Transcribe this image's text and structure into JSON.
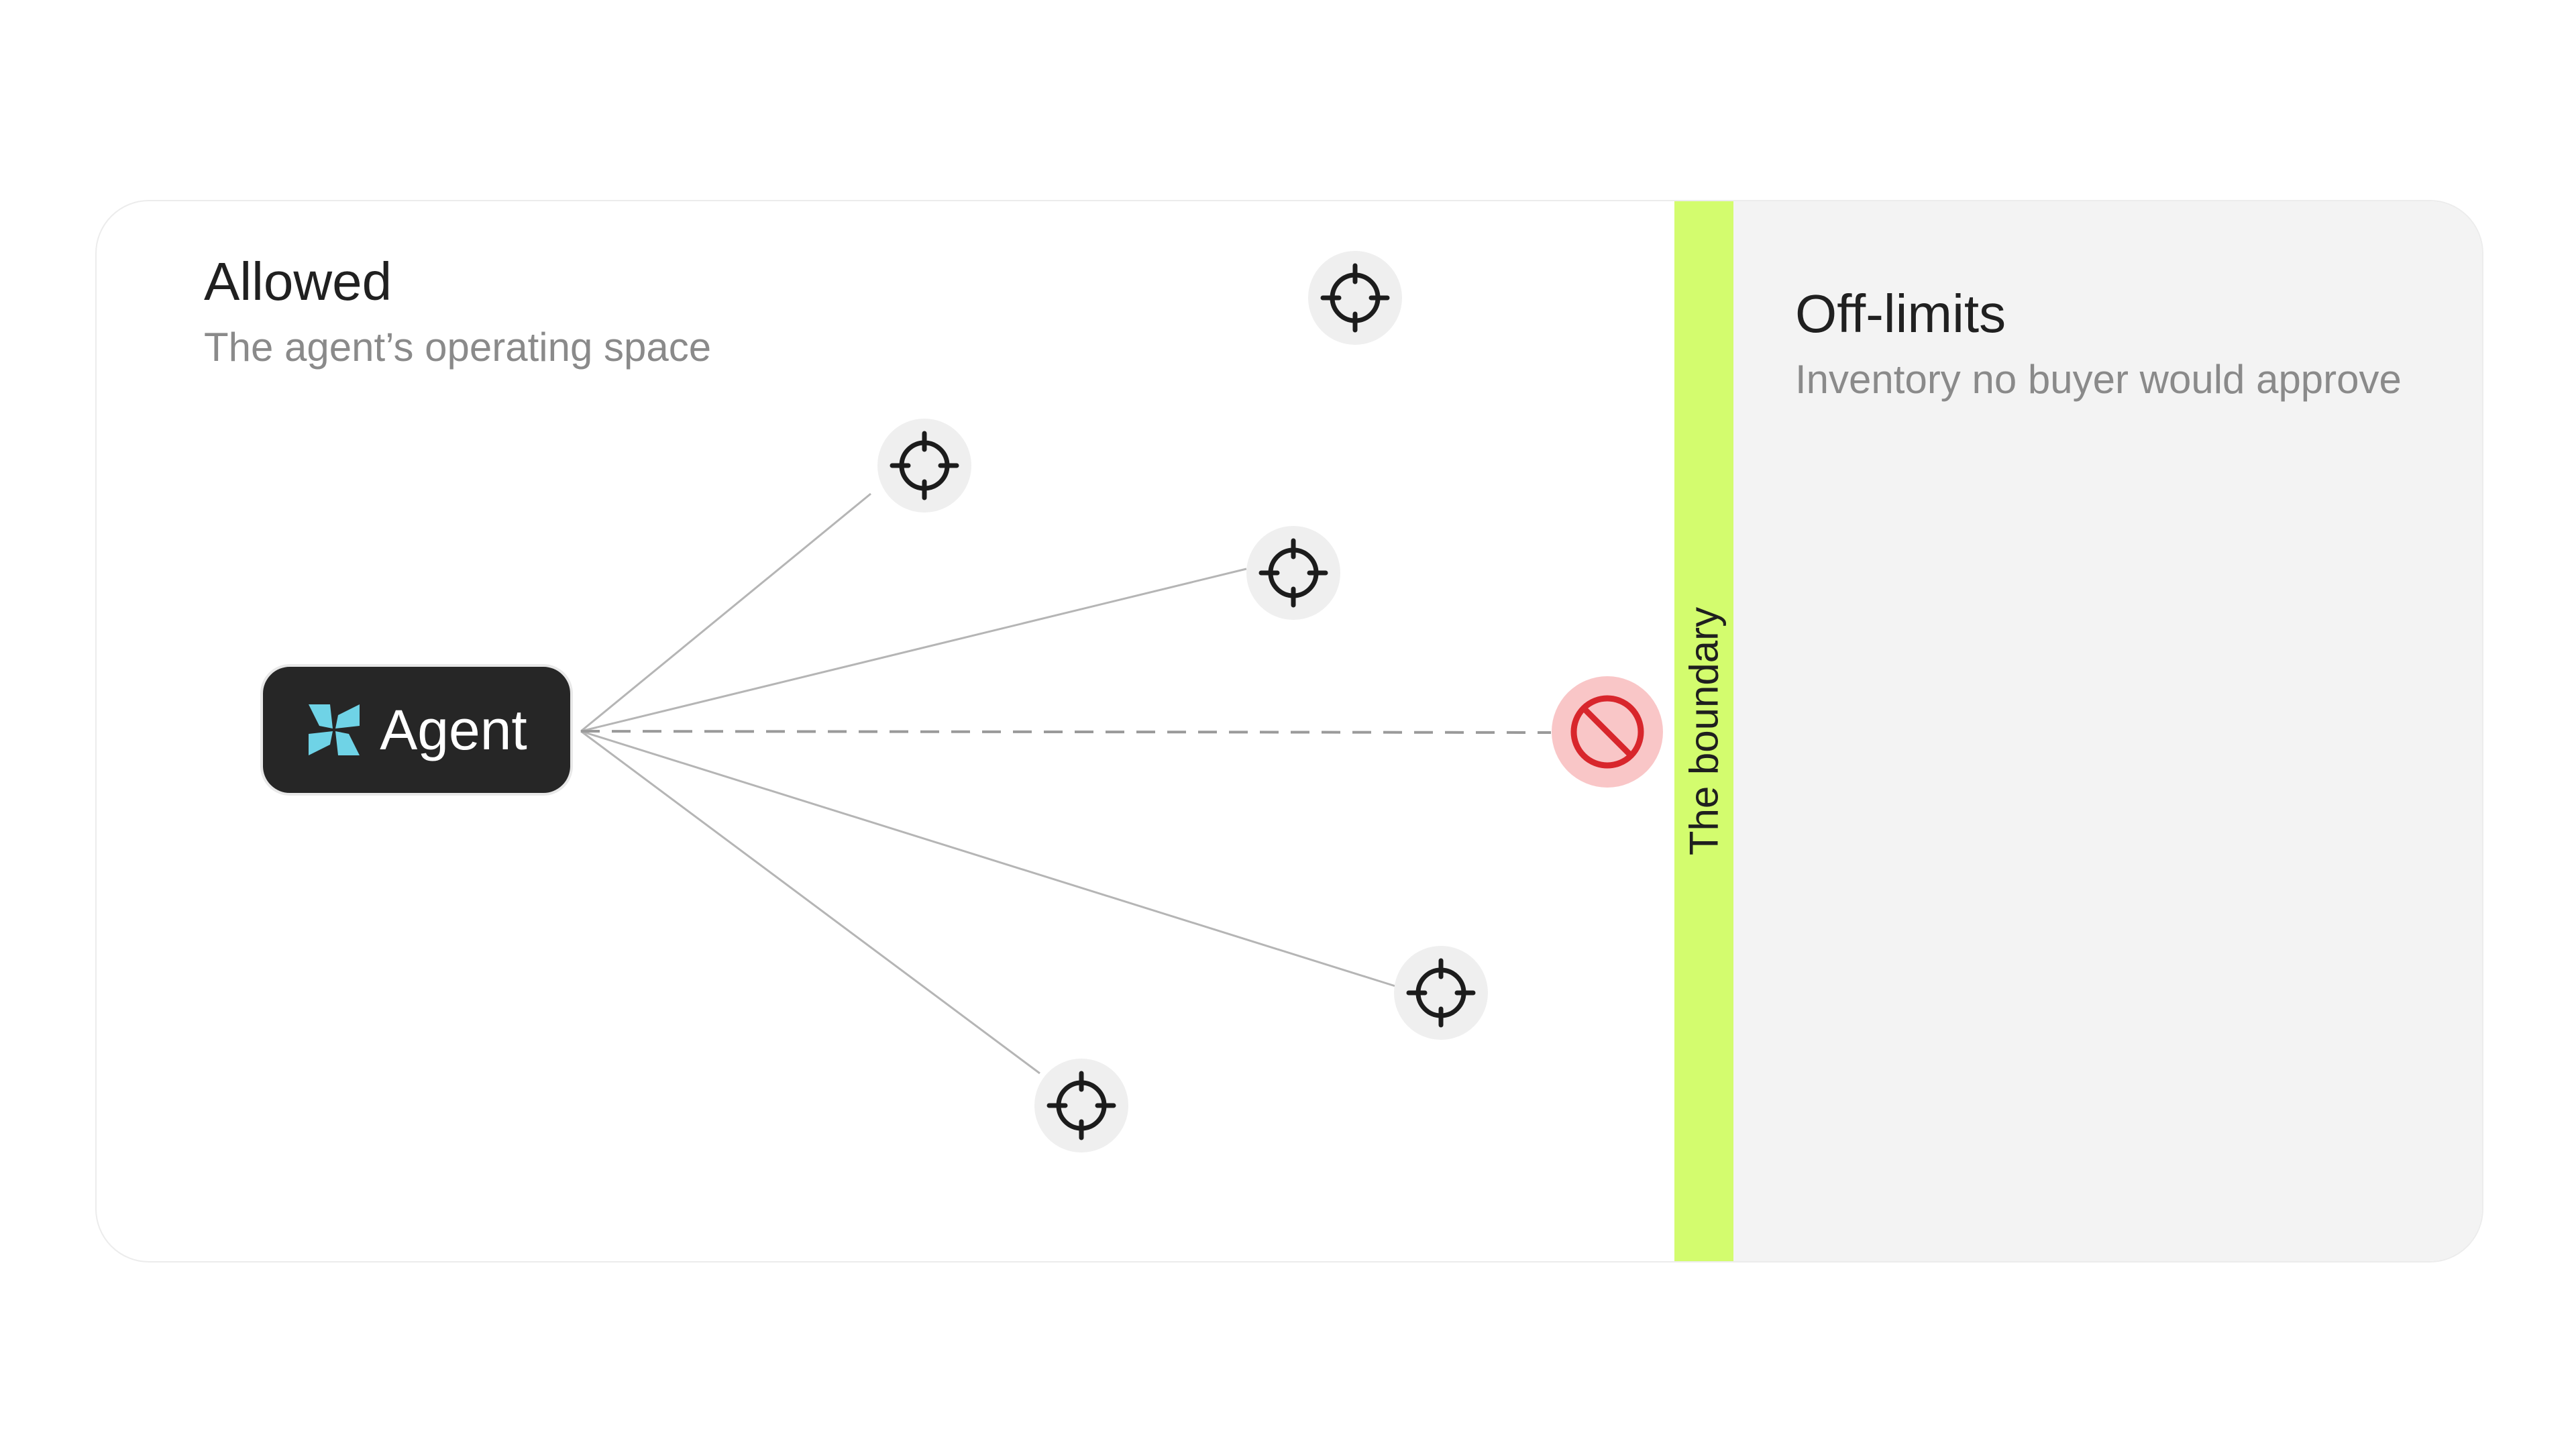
{
  "allowed": {
    "title": "Allowed",
    "subtitle": "The agent’s operating space"
  },
  "offlimits": {
    "title": "Off-limits",
    "subtitle": "Inventory no buyer would approve"
  },
  "boundary": {
    "label": "The boundary"
  },
  "agent": {
    "label": "Agent",
    "logo_icon": "pinwheel-logo"
  },
  "targets": [
    {
      "icon": "crosshair-icon",
      "connected": false
    },
    {
      "icon": "crosshair-icon",
      "connected": true
    },
    {
      "icon": "crosshair-icon",
      "connected": true
    },
    {
      "icon": "crosshair-icon",
      "connected": true
    },
    {
      "icon": "crosshair-icon",
      "connected": true
    }
  ],
  "blocked": {
    "icon": "prohibited-icon",
    "connected": "dashed"
  },
  "colors": {
    "boundary": "#d3fc6e",
    "agent_bg": "#262626",
    "logo": "#6fd3e6",
    "blocked_fill": "#f9c6c7",
    "blocked_stroke": "#d8262c",
    "offlimits_bg": "#f3f3f3"
  }
}
